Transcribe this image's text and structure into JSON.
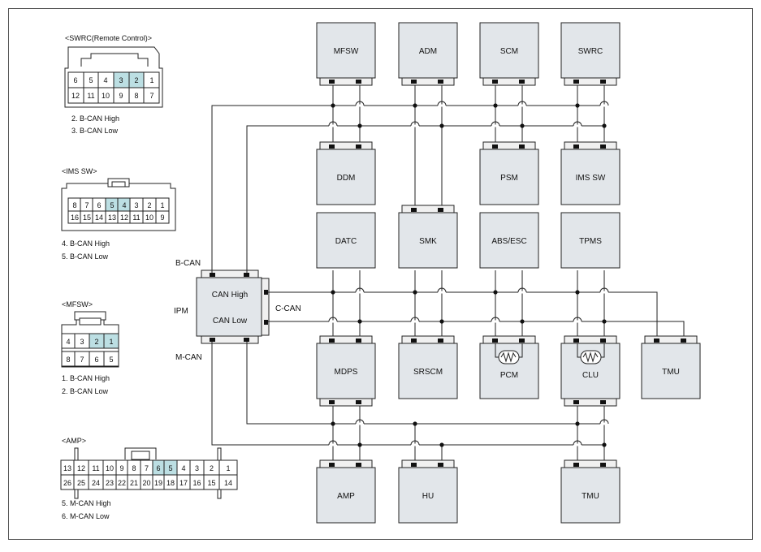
{
  "connectors": {
    "swrc": {
      "title": "<SWRC(Remote Control)>",
      "row1": [
        "6",
        "5",
        "4",
        "3",
        "2",
        "1"
      ],
      "row2": [
        "12",
        "11",
        "10",
        "9",
        "8",
        "7"
      ],
      "notes": [
        "2. B-CAN High",
        "3. B-CAN Low"
      ]
    },
    "ims": {
      "title": "<IMS SW>",
      "row1": [
        "8",
        "7",
        "6",
        "5",
        "4",
        "3",
        "2",
        "1"
      ],
      "row2": [
        "16",
        "15",
        "14",
        "13",
        "12",
        "11",
        "10",
        "9"
      ],
      "notes": [
        "4. B-CAN High",
        "5. B-CAN Low"
      ]
    },
    "mfsw": {
      "title": "<MFSW>",
      "row1": [
        "4",
        "3",
        "2",
        "1"
      ],
      "row2": [
        "8",
        "7",
        "6",
        "5"
      ],
      "notes": [
        "1. B-CAN High",
        "2. B-CAN Low"
      ]
    },
    "amp": {
      "title": "<AMP>",
      "row1": [
        "13",
        "12",
        "11",
        "10",
        "9",
        "8",
        "7",
        "6",
        "5",
        "4",
        "3",
        "2",
        "1"
      ],
      "row2": [
        "26",
        "25",
        "24",
        "23",
        "22",
        "21",
        "20",
        "19",
        "18",
        "17",
        "16",
        "15",
        "14"
      ],
      "notes": [
        "5. M-CAN High",
        "6. M-CAN Low"
      ]
    }
  },
  "ipm": {
    "name": "IPM",
    "can_high": "CAN High",
    "can_low": "CAN Low",
    "bcan": "B-CAN",
    "ccan": "C-CAN",
    "mcan": "M-CAN"
  },
  "modules": {
    "mfsw": "MFSW",
    "adm": "ADM",
    "scm": "SCM",
    "swrc": "SWRC",
    "ddm": "DDM",
    "psm": "PSM",
    "imssw": "IMS SW",
    "datc": "DATC",
    "smk": "SMK",
    "absesc": "ABS/ESC",
    "tpms": "TPMS",
    "mdps": "MDPS",
    "srscm": "SRSCM",
    "pcm": "PCM",
    "clu": "CLU",
    "tmu1": "TMU",
    "amp": "AMP",
    "hu": "HU",
    "tmu2": "TMU"
  },
  "colors": {
    "highlight": "#bcdfe3",
    "module_fill": "#e2e6ea"
  }
}
